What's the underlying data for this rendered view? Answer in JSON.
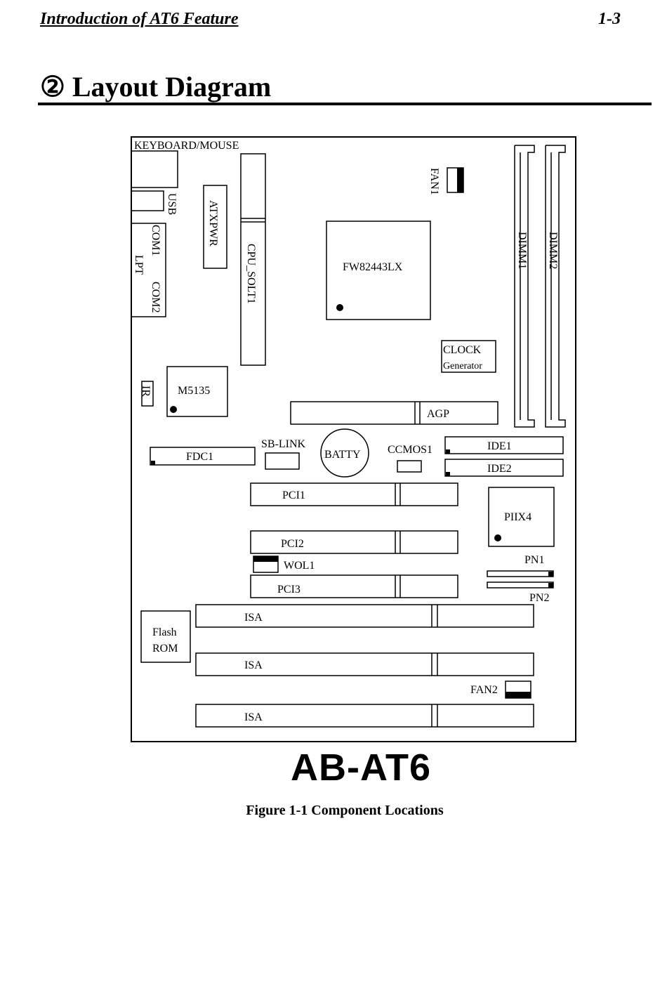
{
  "header": {
    "section": "Introduction of AT6 Feature",
    "page": "1-3"
  },
  "title": "② Layout Diagram",
  "diagram": {
    "labels": {
      "keyboard_mouse": "KEYBOARD/MOUSE",
      "usb": "USB",
      "com1": "COM1",
      "lpt": "LPT",
      "com2": "COM2",
      "atxpwr": "ATXPWR",
      "cpu_slot": "CPU_SOLT1",
      "fan1": "FAN1",
      "northbridge": "FW82443LX",
      "dimm1": "DIMM1",
      "dimm2": "DIMM2",
      "clock_line1": "CLOCK",
      "clock_line2": "Generator",
      "ir": "IR",
      "super_io": "M5135",
      "agp": "AGP",
      "fdc": "FDC1",
      "sb_link": "SB-LINK",
      "battery": "BATTY",
      "ccmos": "CCMOS1",
      "ide1": "IDE1",
      "ide2": "IDE2",
      "pci1": "PCI1",
      "pci2": "PCI2",
      "pci3": "PCI3",
      "wol": "WOL1",
      "southbridge": "PIIX4",
      "pn1": "PN1",
      "pn2": "PN2",
      "flash_line1": "Flash",
      "flash_line2": "ROM",
      "isa1": "ISA",
      "isa2": "ISA",
      "isa3": "ISA",
      "fan2": "FAN2"
    }
  },
  "model": "AB-AT6",
  "caption": "Figure 1-1 Component Locations"
}
